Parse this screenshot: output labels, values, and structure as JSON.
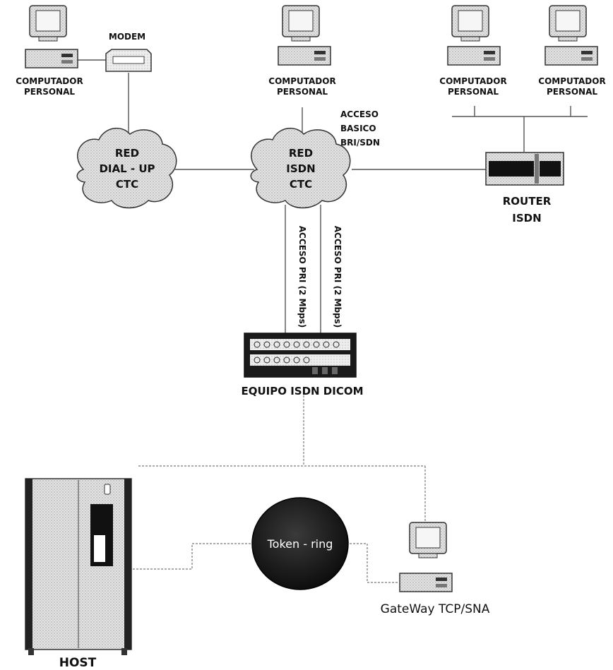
{
  "labels": {
    "modem": "MODEM",
    "pc_left_1": "COMPUTADOR",
    "pc_left_2": "PERSONAL",
    "pc_mid_1": "COMPUTADOR",
    "pc_mid_2": "PERSONAL",
    "pc_right_a_1": "COMPUTADOR",
    "pc_right_a_2": "PERSONAL",
    "pc_right_b_1": "COMPUTADOR",
    "pc_right_b_2": "PERSONAL",
    "acceso_basico_1": "ACCESO",
    "acceso_basico_2": "BASICO",
    "acceso_basico_3": "BRI/SDN",
    "cloud_dialup_1": "RED",
    "cloud_dialup_2": "DIAL - UP",
    "cloud_dialup_3": "CTC",
    "cloud_isdn_1": "RED",
    "cloud_isdn_2": "ISDN",
    "cloud_isdn_3": "CTC",
    "router_1": "ROUTER",
    "router_2": "ISDN",
    "pri_left": "ACCESO PRI (2 Mbps)",
    "pri_right": "ACCESO PRI (2 Mbps)",
    "equipo": "EQUIPO ISDN DICOM",
    "token_ring": "Token - ring",
    "gateway": "GateWay TCP/SNA",
    "host": "HOST"
  }
}
